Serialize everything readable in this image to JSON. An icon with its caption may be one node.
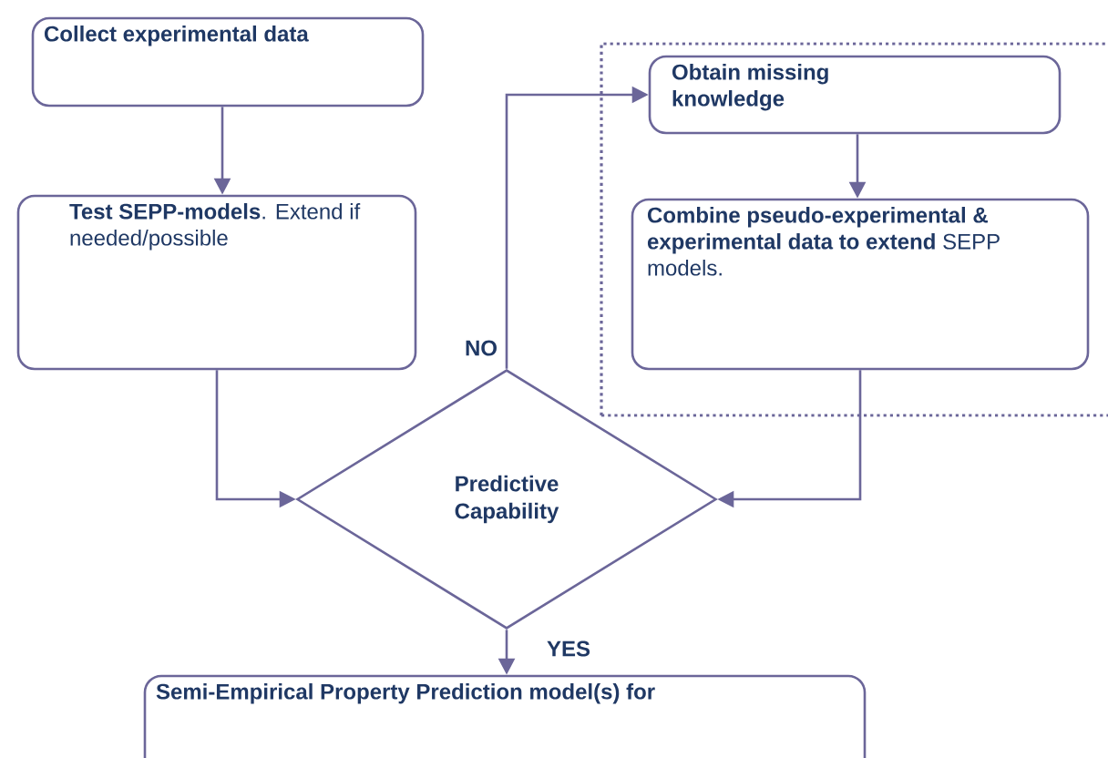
{
  "diagram": {
    "nodes": [
      {
        "text": [
          "Collect experimental data"
        ]
      },
      {
        "text": [
          "**Test SEPP-models**. Extend if needed/possible"
        ]
      },
      {
        "text": [],
        "shape": "box"
      },
      {
        "text": [
          "Obtain missing knowledge"
        ],
        "in": 2
      },
      {
        "text": [
          "**Combine pseudo-experimental & experimental data to extend** SEPP models."
        ],
        "in": 2
      },
      {
        "text": [
          "Predictive Capability"
        ]
      },
      {
        "text": [
          "Semi-Empirical Property Prediction model(s) for"
        ]
      }
    ],
    "edges": [
      {
        "from": 0,
        "to": 1,
        "arrow": "to"
      },
      {
        "from": 1,
        "to": 5,
        "arrow": "to"
      },
      {
        "from": 4,
        "to": 5,
        "arrow": "to"
      },
      {
        "from": 5,
        "to": 3,
        "arrow": "to",
        "label": "NO"
      },
      {
        "from": 3,
        "to": 4,
        "arrow": "to"
      },
      {
        "from": 5,
        "to": 6,
        "arrow": "to",
        "label": "YES"
      }
    ]
  }
}
